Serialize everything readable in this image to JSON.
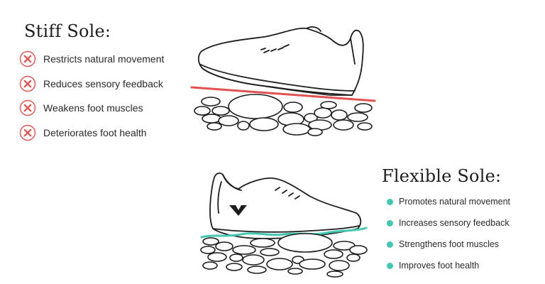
{
  "stiff": {
    "title": "Stiff Sole:",
    "status_icon": "x-circle-icon",
    "status_color": "#e0524f",
    "items": [
      "Restricts natural movement",
      "Reduces sensory feedback",
      "Weakens foot muscles",
      "Deteriorates foot health"
    ]
  },
  "flexible": {
    "title": "Flexible Sole:",
    "status_icon": "dot-icon",
    "status_color": "#44c6b3",
    "items": [
      "Promotes natural movement",
      "Increases sensory feedback",
      "Strengthens foot muscles",
      "Improves foot health"
    ]
  },
  "illustrations": {
    "top": "stiff-shoe-on-pebbles",
    "bottom": "flexible-shoe-on-pebbles",
    "brand_mark": "v-logo"
  },
  "colors": {
    "stiff_line": "#e0524f",
    "flex_line": "#44c6b3",
    "ink": "#1d1d1d"
  }
}
